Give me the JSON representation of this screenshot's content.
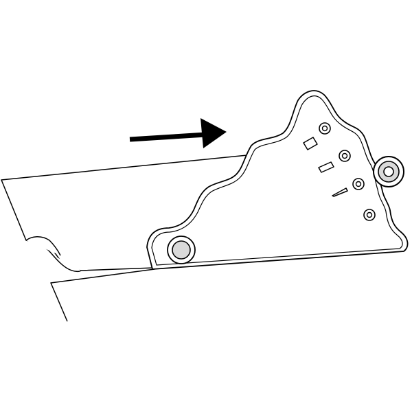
{
  "diagram": {
    "type": "line-illustration",
    "subject": "gauge-plate-over-paper-sheet",
    "colors": {
      "ink": "#000000",
      "fill": "#ffffff",
      "knob_fill": "#d9d9d9",
      "background": "#ffffff"
    },
    "icons": {
      "direction_arrow": "right-arrow-icon",
      "pivot_knob": "knob-icon",
      "side_knob": "knob-icon"
    },
    "plate_holes_count": 4,
    "plate_cutouts_count": 3
  }
}
